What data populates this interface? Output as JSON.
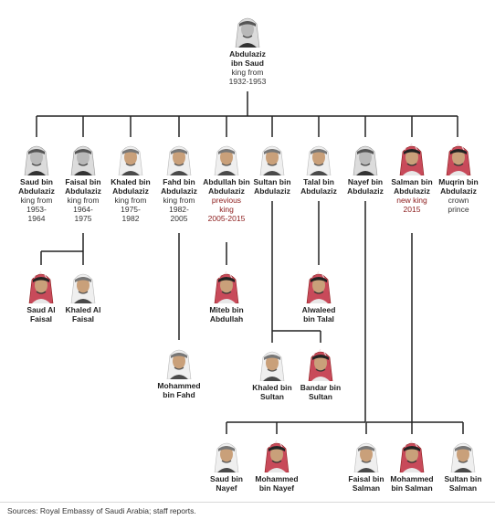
{
  "root": {
    "name": "Abdulaziz\nibn Saud",
    "sub": "king from\n1932-1953"
  },
  "sons": [
    {
      "name": "Saud bin\nAbdulaziz",
      "sub": "king from\n1953-\n1964",
      "sub_red": false
    },
    {
      "name": "Faisal bin\nAbdulaziz",
      "sub": "king from\n1964-\n1975",
      "sub_red": false
    },
    {
      "name": "Khaled bin\nAbdulaziz",
      "sub": "king from\n1975-\n1982",
      "sub_red": false
    },
    {
      "name": "Fahd bin\nAbdulaziz",
      "sub": "king from\n1982-\n2005",
      "sub_red": false
    },
    {
      "name": "Abdullah bin\nAbdulaziz",
      "sub": "previous\nking\n2005-2015",
      "sub_red": true
    },
    {
      "name": "Sultan bin\nAbdulaziz",
      "sub": "",
      "sub_red": false
    },
    {
      "name": "Talal bin\nAbdulaziz",
      "sub": "",
      "sub_red": false
    },
    {
      "name": "Nayef bin\nAbdulaziz",
      "sub": "",
      "sub_red": false
    },
    {
      "name": "Salman bin\nAbdulaziz",
      "sub": "new king\n2015",
      "sub_red": true
    },
    {
      "name": "Muqrin bin\nAbdulaziz",
      "sub": "crown\nprince",
      "sub_red": false
    }
  ],
  "grandsons": [
    {
      "name": "Saud Al\nFaisal"
    },
    {
      "name": "Khaled Al\nFaisal"
    },
    {
      "name": "Miteb bin\nAbdullah"
    },
    {
      "name": "Alwaleed\nbin Talal"
    },
    {
      "name": "Mohammed\nbin Fahd"
    },
    {
      "name": "Khaled bin\nSultan"
    },
    {
      "name": "Bandar bin\nSultan"
    },
    {
      "name": "Saud bin\nNayef"
    },
    {
      "name": "Mohammed\nbin Nayef"
    },
    {
      "name": "Faisal bin\nSalman"
    },
    {
      "name": "Mohammed\nbin Salman"
    },
    {
      "name": "Sultan bin\nSalman"
    }
  ],
  "source": "Sources: Royal Embassy of Saudi Arabia; staff reports.",
  "colors": {
    "line": "#222222",
    "highlight": "#8b1a1a",
    "headdress": "#f2f2f2",
    "face": "#c9a07a",
    "dark": "#3a3a3a"
  }
}
